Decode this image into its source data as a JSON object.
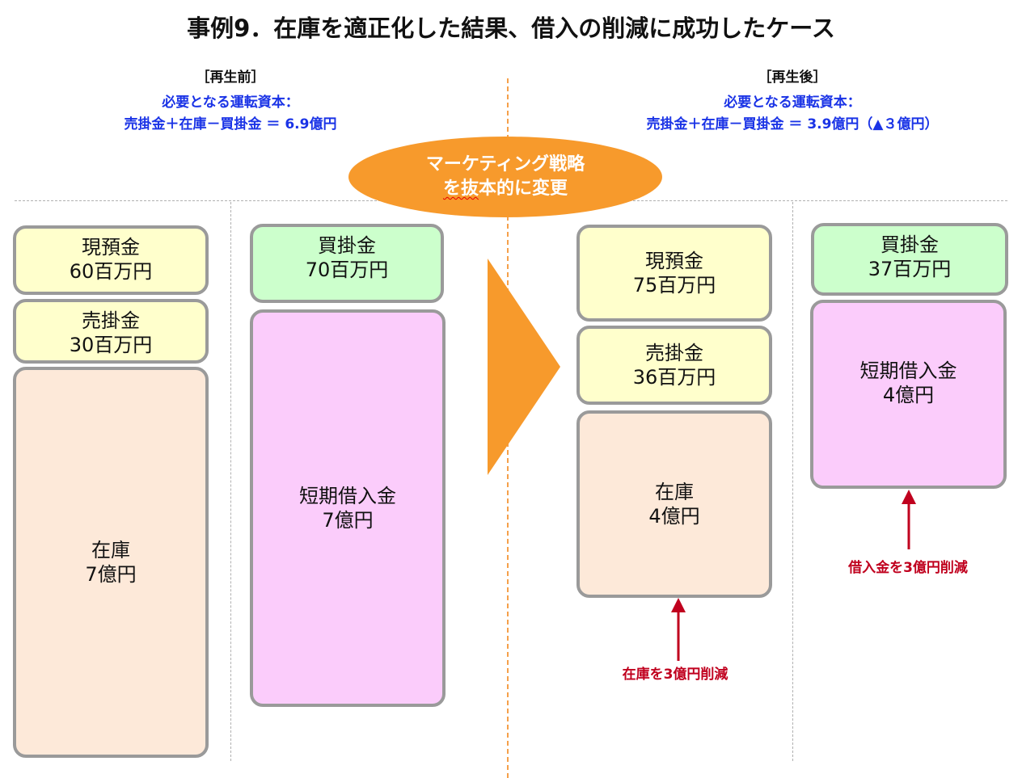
{
  "title": "事例9．在庫を適正化した結果、借入の削減に成功したケース",
  "before": {
    "heading": "［再生前］",
    "formula_line1": "必要となる運転資本：",
    "formula_line2": "売掛金＋在庫－買掛金 ＝ 6.9億円",
    "assets": [
      {
        "name": "現預金",
        "value": "60百万円"
      },
      {
        "name": "売掛金",
        "value": "30百万円"
      },
      {
        "name": "在庫",
        "value": "7億円"
      }
    ],
    "liabilities": [
      {
        "name": "買掛金",
        "value": "70百万円"
      },
      {
        "name": "短期借入金",
        "value": "7億円"
      }
    ]
  },
  "after": {
    "heading": "［再生後］",
    "formula_line1": "必要となる運転資本：",
    "formula_line2": "売掛金＋在庫－買掛金 ＝ 3.9億円（▲３億円）",
    "assets": [
      {
        "name": "現預金",
        "value": "75百万円"
      },
      {
        "name": "売掛金",
        "value": "36百万円"
      },
      {
        "name": "在庫",
        "value": "4億円"
      }
    ],
    "liabilities": [
      {
        "name": "買掛金",
        "value": "37百万円"
      },
      {
        "name": "短期借入金",
        "value": "4億円"
      }
    ]
  },
  "strategy": {
    "line1": "マーケティング戦略",
    "line2_underlined": "を抜",
    "line2_rest": "本的に変更"
  },
  "notes": {
    "inventory": "在庫を3億円削減",
    "borrowing": "借入金を3億円削減"
  },
  "colors": {
    "cash": "#ffffcc",
    "receivable": "#ffffcc",
    "inventory": "#fde9d9",
    "payable": "#ccffcc",
    "loan": "#fbccfb",
    "arrow": "#f79a2c",
    "formula": "#1a33e6",
    "note": "#c0001e"
  }
}
